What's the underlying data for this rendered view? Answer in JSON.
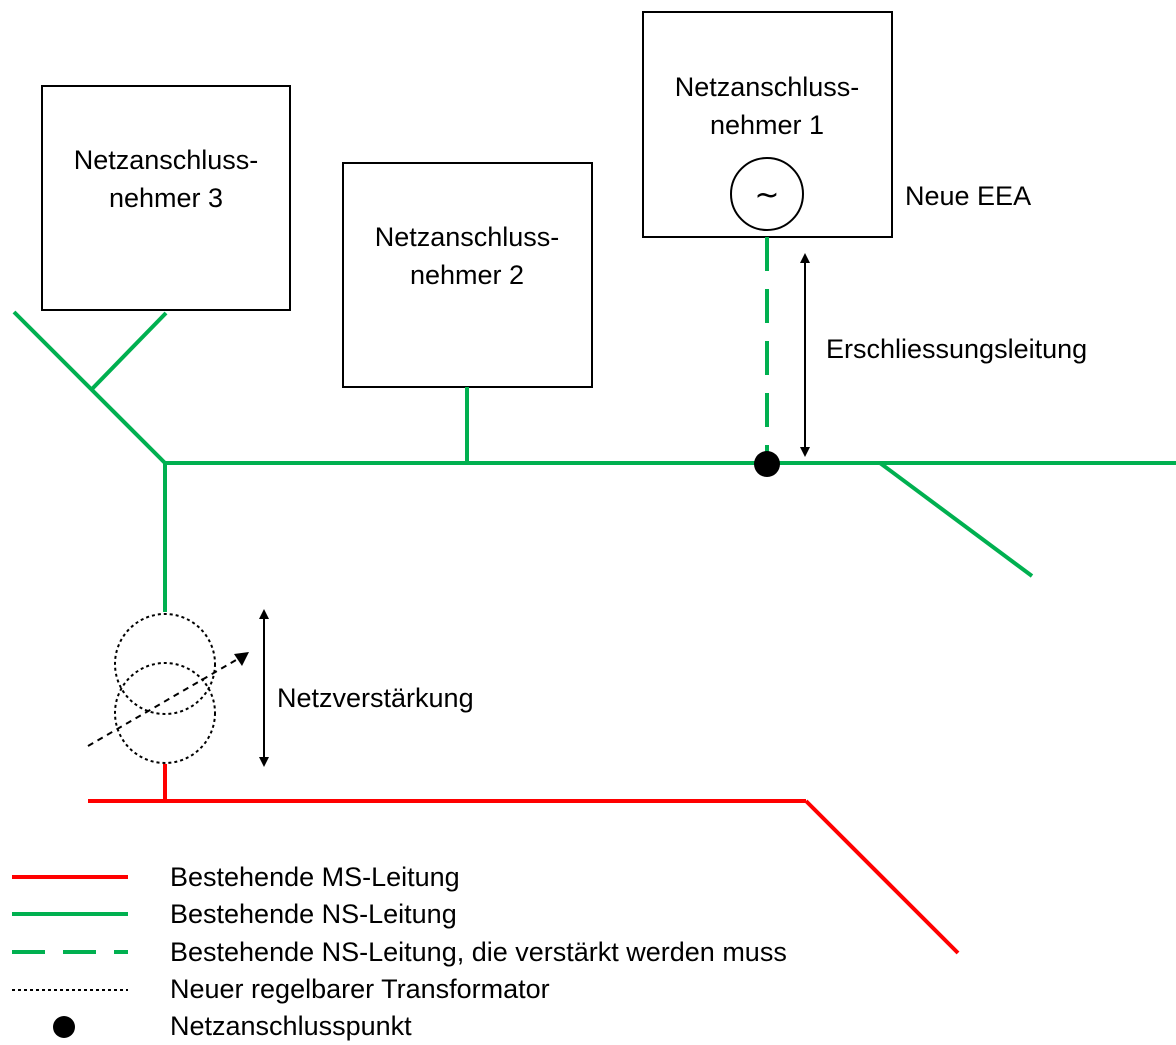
{
  "colors": {
    "ms_line": "#ff0000",
    "ns_line": "#00b050",
    "transformer": "#000000",
    "text": "#000000"
  },
  "consumers": [
    {
      "line1": "Netzanschluss-",
      "line2": "nehmer 1"
    },
    {
      "line1": "Netzanschluss-",
      "line2": "nehmer 2"
    },
    {
      "line1": "Netzanschluss-",
      "line2": "nehmer 3"
    }
  ],
  "generator_symbol": "~",
  "labels": {
    "neue_eea": "Neue EEA",
    "erschliessungsleitung": "Erschliessungsleitung",
    "netzverstaerkung": "Netzverstärkung"
  },
  "legend": [
    {
      "symbol": "ms-line",
      "text": "Bestehende MS-Leitung"
    },
    {
      "symbol": "ns-line",
      "text": "Bestehende NS-Leitung"
    },
    {
      "symbol": "ns-line-dashed",
      "text": "Bestehende NS-Leitung, die verstärkt werden muss"
    },
    {
      "symbol": "transformer-dotted",
      "text": "Neuer regelbarer Transformator"
    },
    {
      "symbol": "connection-point",
      "text": "Netzanschlusspunkt"
    }
  ],
  "icons": {
    "generator": "generator-icon",
    "transformer": "transformer-icon",
    "connection_point": "connection-point-icon"
  }
}
